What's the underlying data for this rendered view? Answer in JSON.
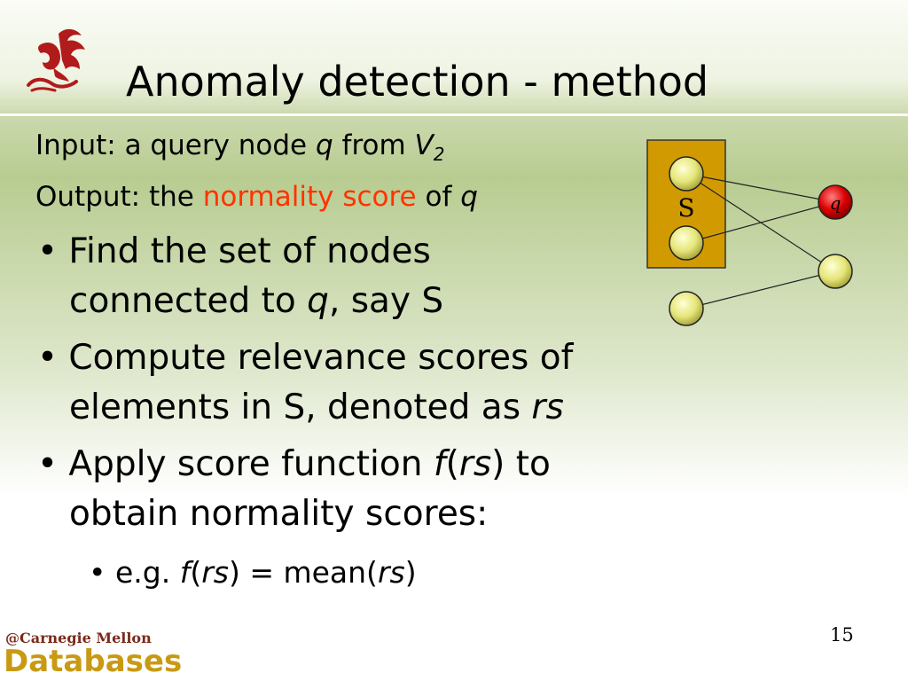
{
  "slide": {
    "title": "Anomaly detection - method",
    "input": {
      "label": "Input:",
      "text": " a query node ",
      "var": "q",
      "from": " from ",
      "set": "V",
      "sub": "2"
    },
    "output": {
      "label": "Output:",
      "text": " the ",
      "highlight": "normality score",
      "of": " of ",
      "var": "q"
    },
    "bullets": [
      {
        "marker": "•",
        "l1": "Find the set of nodes",
        "l2a": "connected to ",
        "l2b": "q",
        "l2c": ", say S"
      },
      {
        "marker": "•",
        "l1": "Compute relevance scores of",
        "l2a": "elements in S, denoted as ",
        "l2b": "rs"
      },
      {
        "marker": "•",
        "l1a": "Apply score function ",
        "l1b": "f",
        "l1c": "(",
        "l1d": "rs",
        "l1e": ") to",
        "l2": "obtain normality scores:"
      }
    ],
    "subbullet": {
      "marker": "•",
      "a": "e.g. ",
      "b": "f",
      "c": "(",
      "d": "rs",
      "e": ") = mean(",
      "f": "rs",
      "g": ")"
    },
    "page_number": "15"
  },
  "diagram": {
    "set_label": "S",
    "query_label": "q"
  },
  "footer": {
    "org": "@Carnegie Mellon",
    "group": "Databases"
  },
  "colors": {
    "accent": "#ff3300",
    "set_box": "#d19a00",
    "node": "#f0f08a",
    "query_node": "#dd0000",
    "logo": "#b21b1b"
  }
}
